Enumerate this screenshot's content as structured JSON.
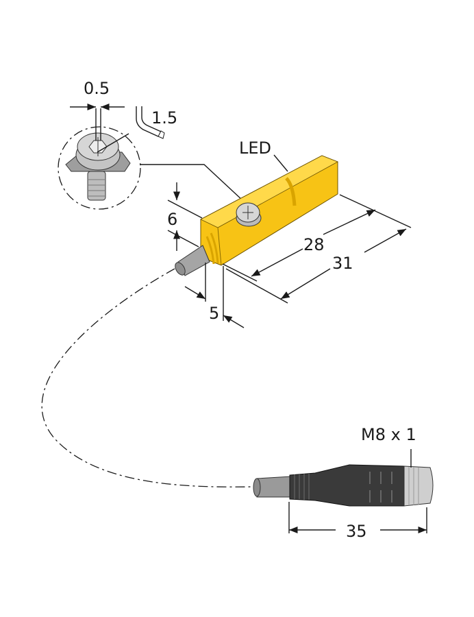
{
  "title": "Sensor with M8 x 1 connector cable dimension drawing",
  "labels": {
    "screw_slot_width": "0.5",
    "hex_key_size": "1.5",
    "led": "LED",
    "height": "6",
    "front_offset": "5",
    "length_inner": "28",
    "length_total": "31",
    "connector_thread": "M8 x 1",
    "connector_length": "35"
  },
  "colors": {
    "housing": "#f7c315",
    "housing_shade": "#d9a400",
    "cable": "#9a9a9a",
    "connector": "#3a3a3a",
    "metal": "#c8c8c8"
  }
}
